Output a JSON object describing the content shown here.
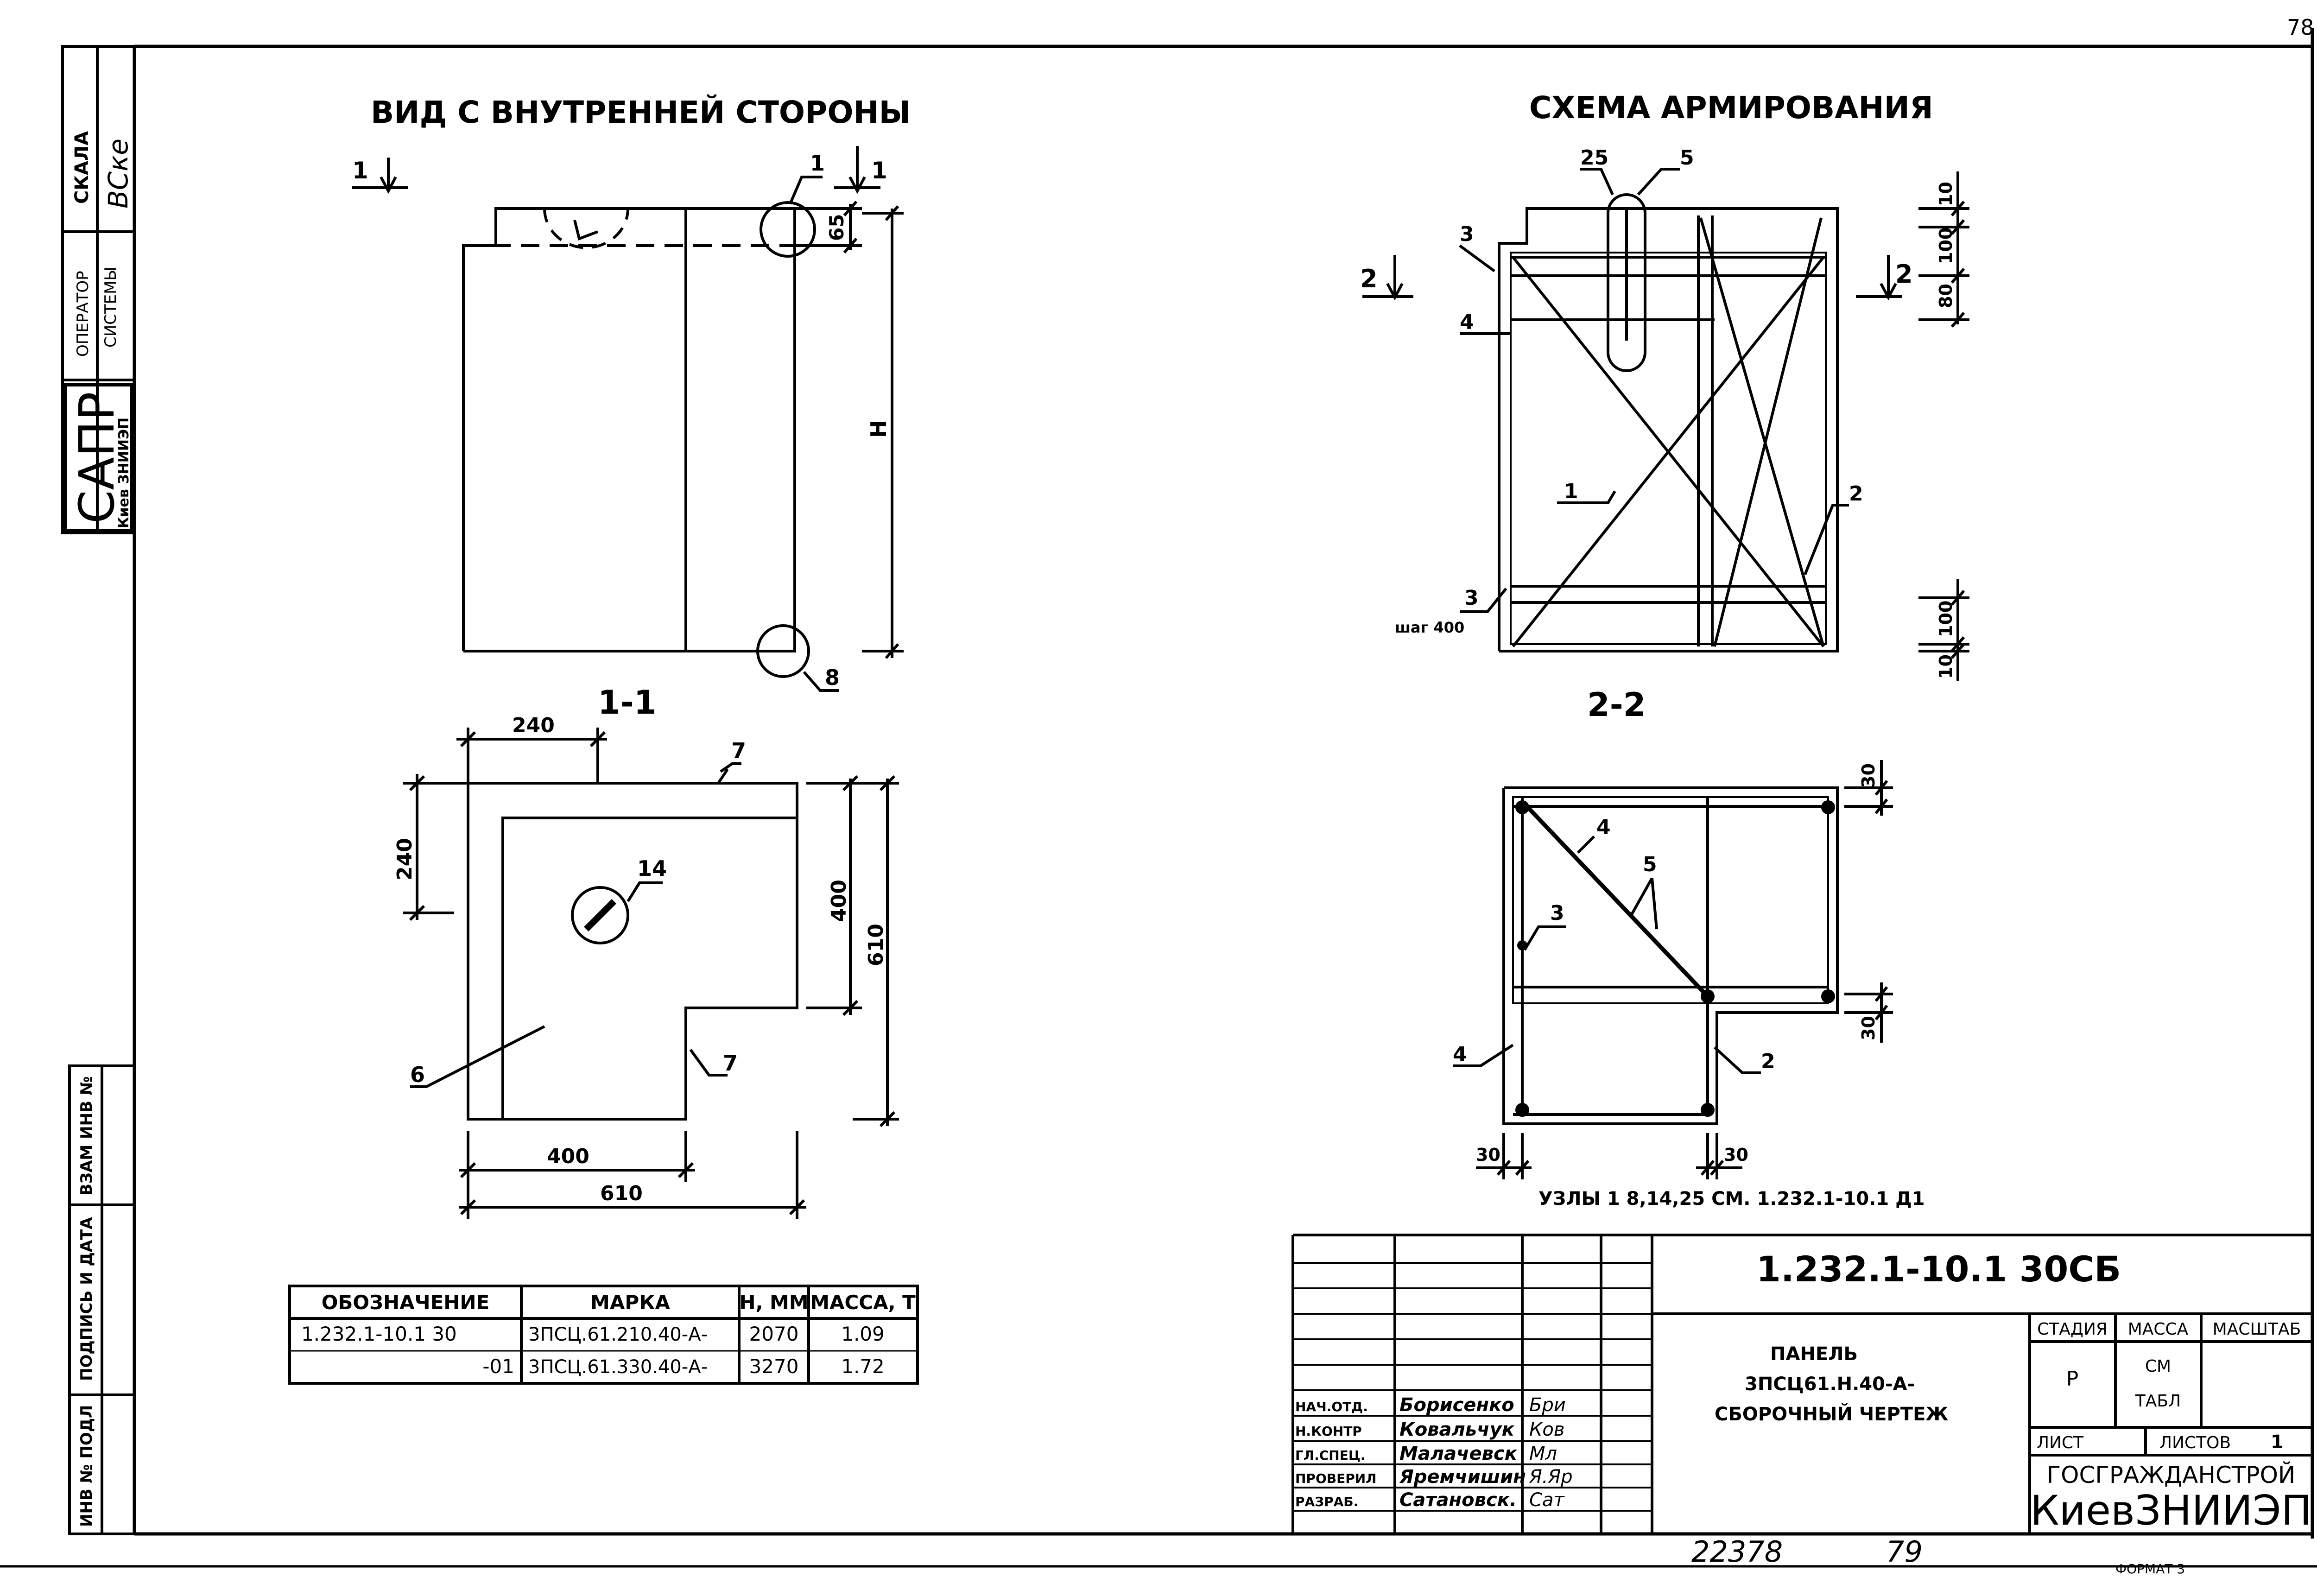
{
  "page": {
    "number": "78"
  },
  "side_stamps": {
    "scale_label": "СКАЛА",
    "scale_handwritten": "ВСке",
    "operator_label": "ОПЕРАТОР",
    "system_label": "СИСТЕМЫ",
    "sapr": "САПР",
    "sapr_sub": "Киев ЗНИИЭП",
    "vzam_label": "ВЗАМ ИНВ №",
    "podpis_label": "ПОДПИСЬ И ДАТА",
    "inv_label": "ИНВ № ПОДЛ"
  },
  "views": {
    "inner_title": "ВИД С ВНУТРЕННЕЙ СТОРОНЫ",
    "reinf_title": "СХЕМА АРМИРОВАНИЯ",
    "section_11": "1-1",
    "section_22": "2-2"
  },
  "marks": {
    "cut1": "1",
    "cut2": "2",
    "dim_65": "65",
    "dim_h": "Н",
    "dim_240": "240",
    "dim_400": "400",
    "dim_610": "610",
    "dim_10": "10",
    "dim_100": "100",
    "dim_80": "80",
    "dim_30": "30",
    "pos_1": "1",
    "pos_2": "2",
    "pos_3": "3",
    "pos_4": "4",
    "pos_5": "5",
    "pos_6": "6",
    "pos_7": "7",
    "pos_8": "8",
    "pos_14": "14",
    "pos_25": "25",
    "step": "шаг 400",
    "nodes_note": "УЗЛЫ 1 8,14,25 СМ. 1.232.1-10.1 Д1"
  },
  "spec_table": {
    "headers": [
      "ОБОЗНАЧЕНИЕ",
      "МАРКА",
      "Н, ММ",
      "МАССА, Т"
    ],
    "rows": [
      [
        "1.232.1-10.1 30",
        "3ПСЦ.61.210.40-А-",
        "2070",
        "1.09"
      ],
      [
        "-01",
        "3ПСЦ.61.330.40-А-",
        "3270",
        "1.72"
      ]
    ]
  },
  "title_block": {
    "doc_code": "1.232.1-10.1 30СБ",
    "name_line1": "ПАНЕЛЬ",
    "name_line2": "3ПСЦ61.Н.40-А-",
    "name_line3": "СБОРОЧНЫЙ ЧЕРТЕЖ",
    "stage_label": "СТАДИЯ",
    "mass_label": "МАССА",
    "scale_label": "МАСШТАБ",
    "stage_value": "Р",
    "mass_value_1": "СМ",
    "mass_value_2": "ТАБЛ",
    "sheet_label": "ЛИСТ",
    "sheets_label": "ЛИСТОВ",
    "sheets_value": "1",
    "org_1": "ГОСГРАЖДАНСТРОЙ",
    "org_2": "КиевЗНИИЭП",
    "roles": [
      "НАЧ.ОТД.",
      "Н.КОНТР",
      "ГЛ.СПЕЦ.",
      "ПРОВЕРИЛ",
      "РАЗРАБ."
    ],
    "names": [
      "Борисенко",
      "Ковальчук",
      "Малачевск",
      "Яремчишин",
      "Сатановск."
    ],
    "signatures": [
      "Бри",
      "Ков",
      "Мл",
      "Я.Яр",
      "Сат"
    ]
  },
  "footer": {
    "archive_no": "22378",
    "archive_page": "79",
    "format": "ФОРМАТ 3"
  }
}
